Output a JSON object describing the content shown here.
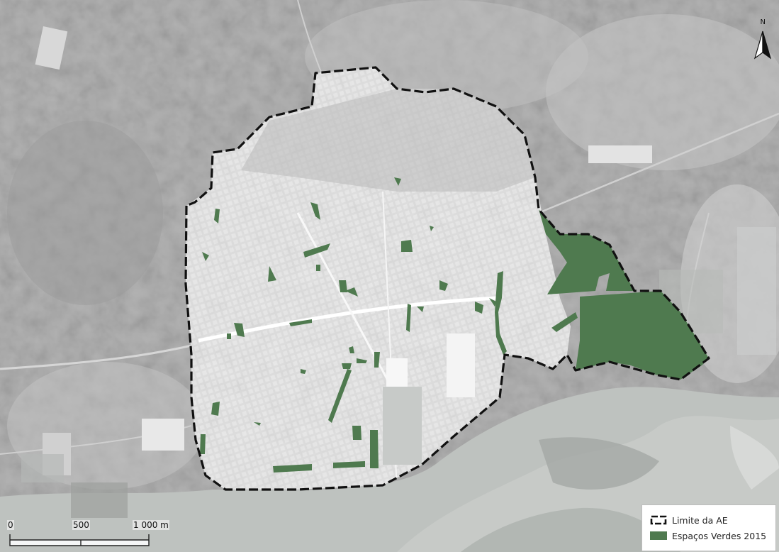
{
  "map": {
    "north_label": "N",
    "colors": {
      "boundary": "#111111",
      "green_space": "#4f7a4f",
      "river": "#bfc4c1",
      "urban": "#e6e6e6",
      "countryside": "#a9a9a9"
    }
  },
  "legend": {
    "items": [
      {
        "label": "Limite da AE",
        "symbol": "dashed-outline-icon"
      },
      {
        "label": "Espaços Verdes 2015",
        "symbol": "green-fill-swatch"
      }
    ]
  },
  "scalebar": {
    "labels": [
      "0",
      "500",
      "1 000 m"
    ]
  }
}
